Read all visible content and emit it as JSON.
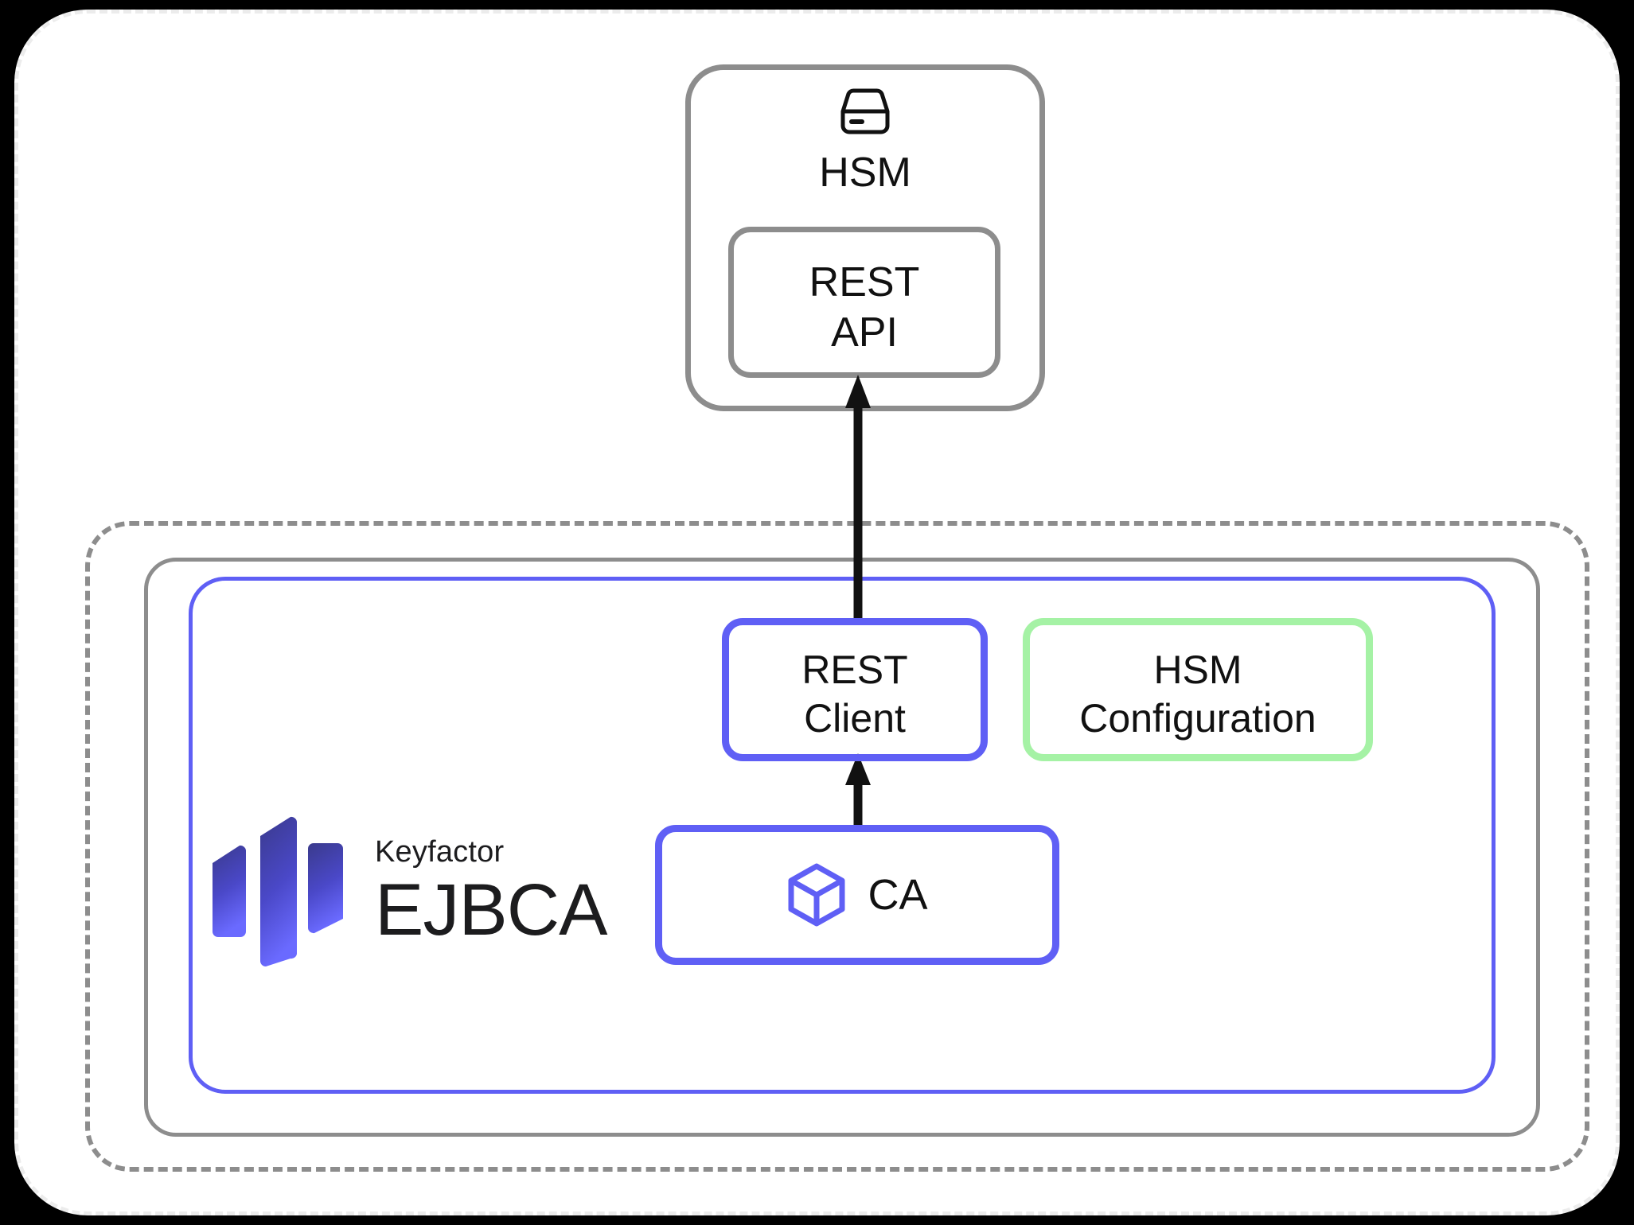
{
  "diagram": {
    "type": "architecture-block-diagram",
    "title": "EJBCA HSM REST integration",
    "background_color": "#000000",
    "card_color": "#ffffff"
  },
  "colors": {
    "gray_border": "#8d8d8d",
    "blue_border": "#5f5ff5",
    "green_border": "#a5f2a5",
    "text": "#111111",
    "arrow": "#111111",
    "logo_gradient_top": "#3a3a8c",
    "logo_gradient_bottom": "#6060f8"
  },
  "hsm": {
    "title": "HSM",
    "icon": "hard-drive-icon",
    "border_color": "#8d8d8d",
    "rest_api": {
      "label": "REST\nAPI",
      "border_color": "#8d8d8d"
    }
  },
  "ejbca": {
    "logo": {
      "mark": "keyfactor-bars-icon",
      "brand": "Keyfactor",
      "product": "EJBCA"
    },
    "boxes": [
      {
        "name": "rest-client",
        "label": "REST\nClient",
        "border_color": "#5f5ff5"
      },
      {
        "name": "hsm-configuration",
        "label": "HSM\nConfiguration",
        "border_color": "#a5f2a5"
      },
      {
        "name": "ca",
        "label": "CA",
        "icon": "cube-icon",
        "border_color": "#5f5ff5"
      }
    ],
    "containers": [
      {
        "name": "dashed-boundary",
        "style": "dashed",
        "color": "#8d8d8d"
      },
      {
        "name": "host-boundary",
        "style": "solid",
        "color": "#8d8d8d"
      },
      {
        "name": "ejbca-boundary",
        "style": "solid",
        "color": "#5f5ff5"
      }
    ]
  },
  "connections": [
    {
      "name": "ca-to-rest-client",
      "from": "CA",
      "to": "REST Client",
      "direction": "up",
      "color": "#111111"
    },
    {
      "name": "rest-client-to-rest-api",
      "from": "REST Client",
      "to": "REST API",
      "direction": "up",
      "color": "#111111"
    }
  ]
}
